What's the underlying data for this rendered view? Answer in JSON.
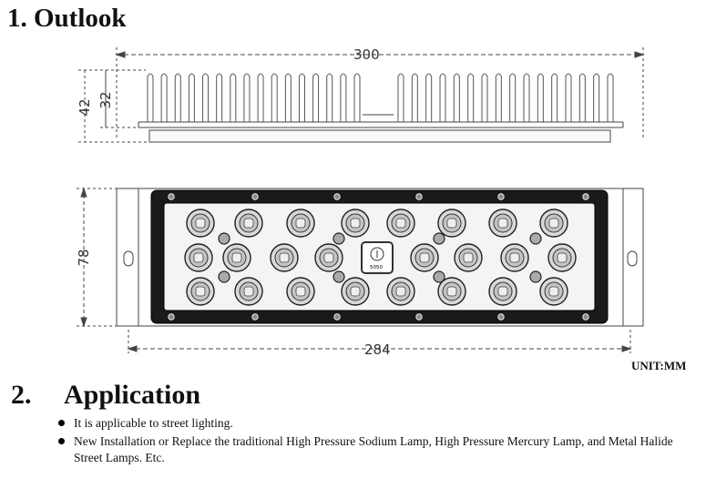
{
  "section1": {
    "title": "1. Outlook"
  },
  "dimensions": {
    "length": "300",
    "height_total": "42",
    "height_fins": "32",
    "width": "78",
    "pitch": "284"
  },
  "unit_label": "UNIT:MM",
  "section2": {
    "number": "2.",
    "title": "Application",
    "items": [
      "It is applicable to street lighting.",
      "New Installation or Replace the traditional High Pressure Sodium Lamp, High Pressure Mercury Lamp, and Metal Halide Street Lamps. Etc."
    ]
  },
  "lens_marking": "5050"
}
